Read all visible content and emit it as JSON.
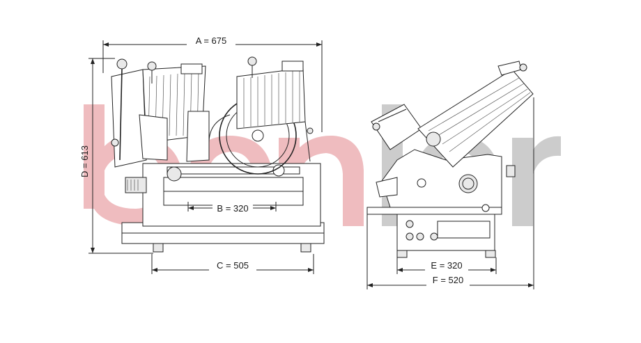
{
  "watermark": {
    "text": "benler",
    "colors": {
      "primary": "#e07a7f",
      "secondary": "#9a9a9a"
    }
  },
  "views": {
    "front": {
      "name": "front-view"
    },
    "side": {
      "name": "side-view"
    }
  },
  "dimensions": {
    "A": "A = 675",
    "B": "B = 320",
    "C": "C = 505",
    "D": "D = 613",
    "E": "E = 320",
    "F": "F = 520"
  },
  "colors": {
    "line": "#222222",
    "background": "#ffffff"
  }
}
